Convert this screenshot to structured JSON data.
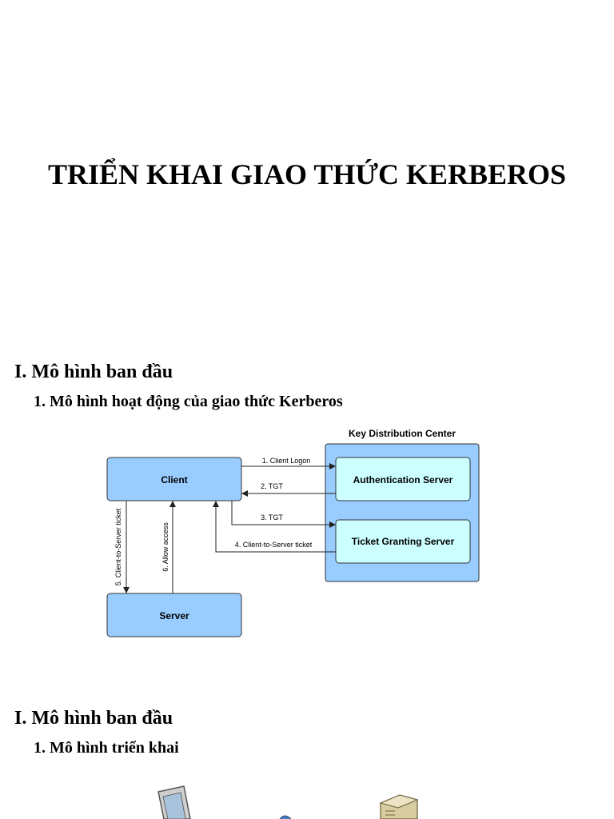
{
  "document": {
    "title": "TRIỂN KHAI GIAO THỨC KERBEROS",
    "section1": {
      "heading": "I. Mô hình ban đầu",
      "subheading": "1. Mô hình hoạt động của giao thức Kerberos"
    },
    "section2": {
      "heading": "I. Mô hình ban đầu",
      "subheading": "1. Mô hình triển khai"
    }
  },
  "diagram": {
    "kdc_label": "Key Distribution Center",
    "client": "Client",
    "server": "Server",
    "auth_server": "Authentication Server",
    "tgs": "Ticket Granting Server",
    "arrows": {
      "a1": "1. Client Logon",
      "a2": "2. TGT",
      "a3": "3. TGT",
      "a4": "4. Client-to-Server ticket",
      "a5": "5. Client-to-Server ticket",
      "a6": "6. Allow access"
    },
    "colors": {
      "box_blue": "#99ccff",
      "box_cyan": "#ccffff",
      "kdc_blue": "#99ccff",
      "stroke": "#333333"
    }
  }
}
